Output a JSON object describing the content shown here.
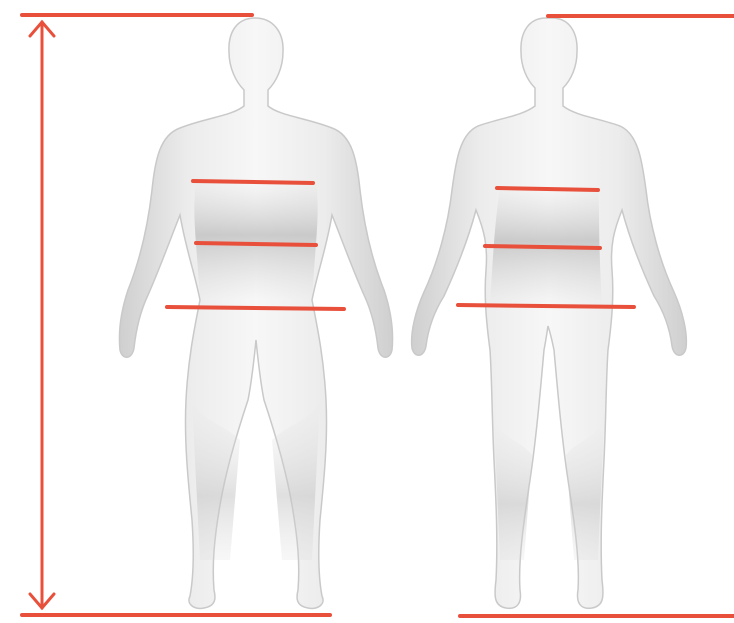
{
  "figures": [
    {
      "id": "male",
      "icon": "male-body-silhouette"
    },
    {
      "id": "female",
      "icon": "female-body-silhouette"
    }
  ],
  "measurements": [
    "height",
    "chest",
    "waist",
    "hips"
  ],
  "colors": {
    "measure_line": "#e8503c",
    "body_light": "#f4f4f4",
    "body_mid": "#d8d8d8",
    "body_shade": "#b8b8b8",
    "body_edge": "#c9c9c9",
    "background": "#ffffff"
  }
}
